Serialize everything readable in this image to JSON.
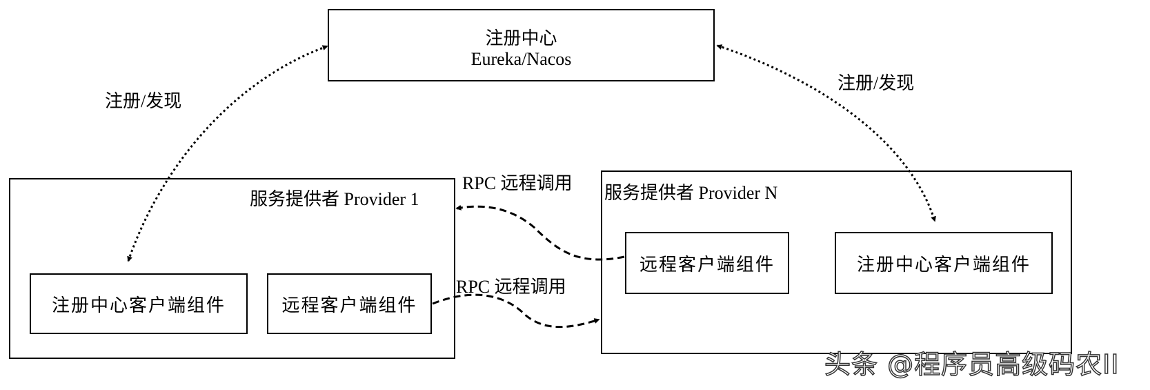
{
  "registry": {
    "title": "注册中心",
    "subtitle": "Eureka/Nacos"
  },
  "provider1": {
    "title": "服务提供者 Provider 1",
    "registry_client": "注册中心客户端组件",
    "remote_client": "远程客户端组件"
  },
  "providerN": {
    "title": "服务提供者 Provider N",
    "remote_client": "远程客户端组件",
    "registry_client": "注册中心客户端组件"
  },
  "labels": {
    "register_discover_left": "注册/发现",
    "register_discover_right": "注册/发现",
    "rpc_top": "RPC 远程调用",
    "rpc_bottom": "RPC 远程调用"
  },
  "watermark": "头条 @程序员高级码农II",
  "colors": {
    "line": "#000000",
    "background": "#ffffff"
  }
}
